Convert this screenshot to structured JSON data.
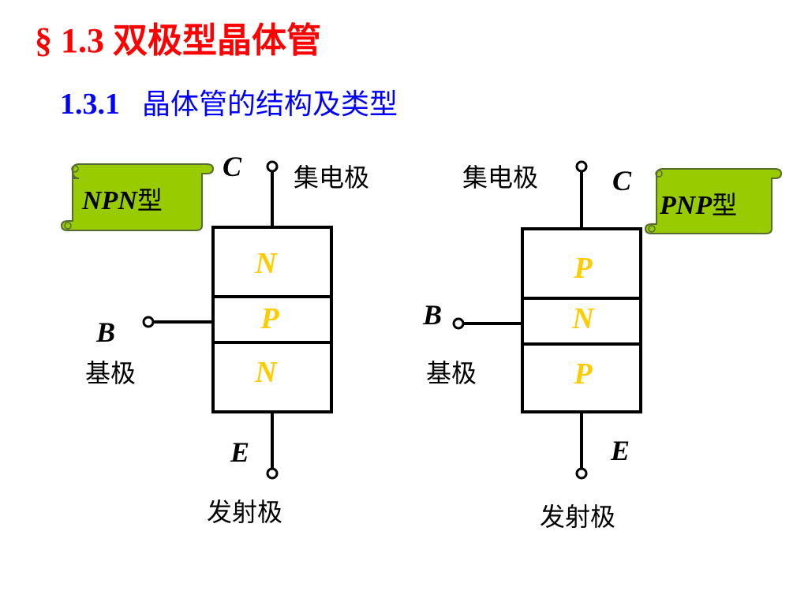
{
  "title": "§ 1.3 双极型晶体管",
  "subtitle": {
    "number": "1.3.1",
    "text": "晶体管的结构及类型"
  },
  "npn": {
    "badge": {
      "type_letters": "NPN",
      "type_suffix": "型"
    },
    "collector_letter": "C",
    "collector_label": "集电极",
    "base_letter": "B",
    "base_label": "基极",
    "emitter_letter": "E",
    "emitter_label": "发射极",
    "regions": [
      "N",
      "P",
      "N"
    ]
  },
  "pnp": {
    "badge": {
      "type_letters": "PNP",
      "type_suffix": "型"
    },
    "collector_letter": "C",
    "collector_label": "集电极",
    "base_letter": "B",
    "base_label": "基极",
    "emitter_letter": "E",
    "emitter_label": "发射极",
    "regions": [
      "P",
      "N",
      "P"
    ]
  },
  "colors": {
    "title": "#ff0000",
    "subtitle": "#0000ff",
    "region_letter": "#ffcc00",
    "badge_fill": "#99cc00"
  }
}
